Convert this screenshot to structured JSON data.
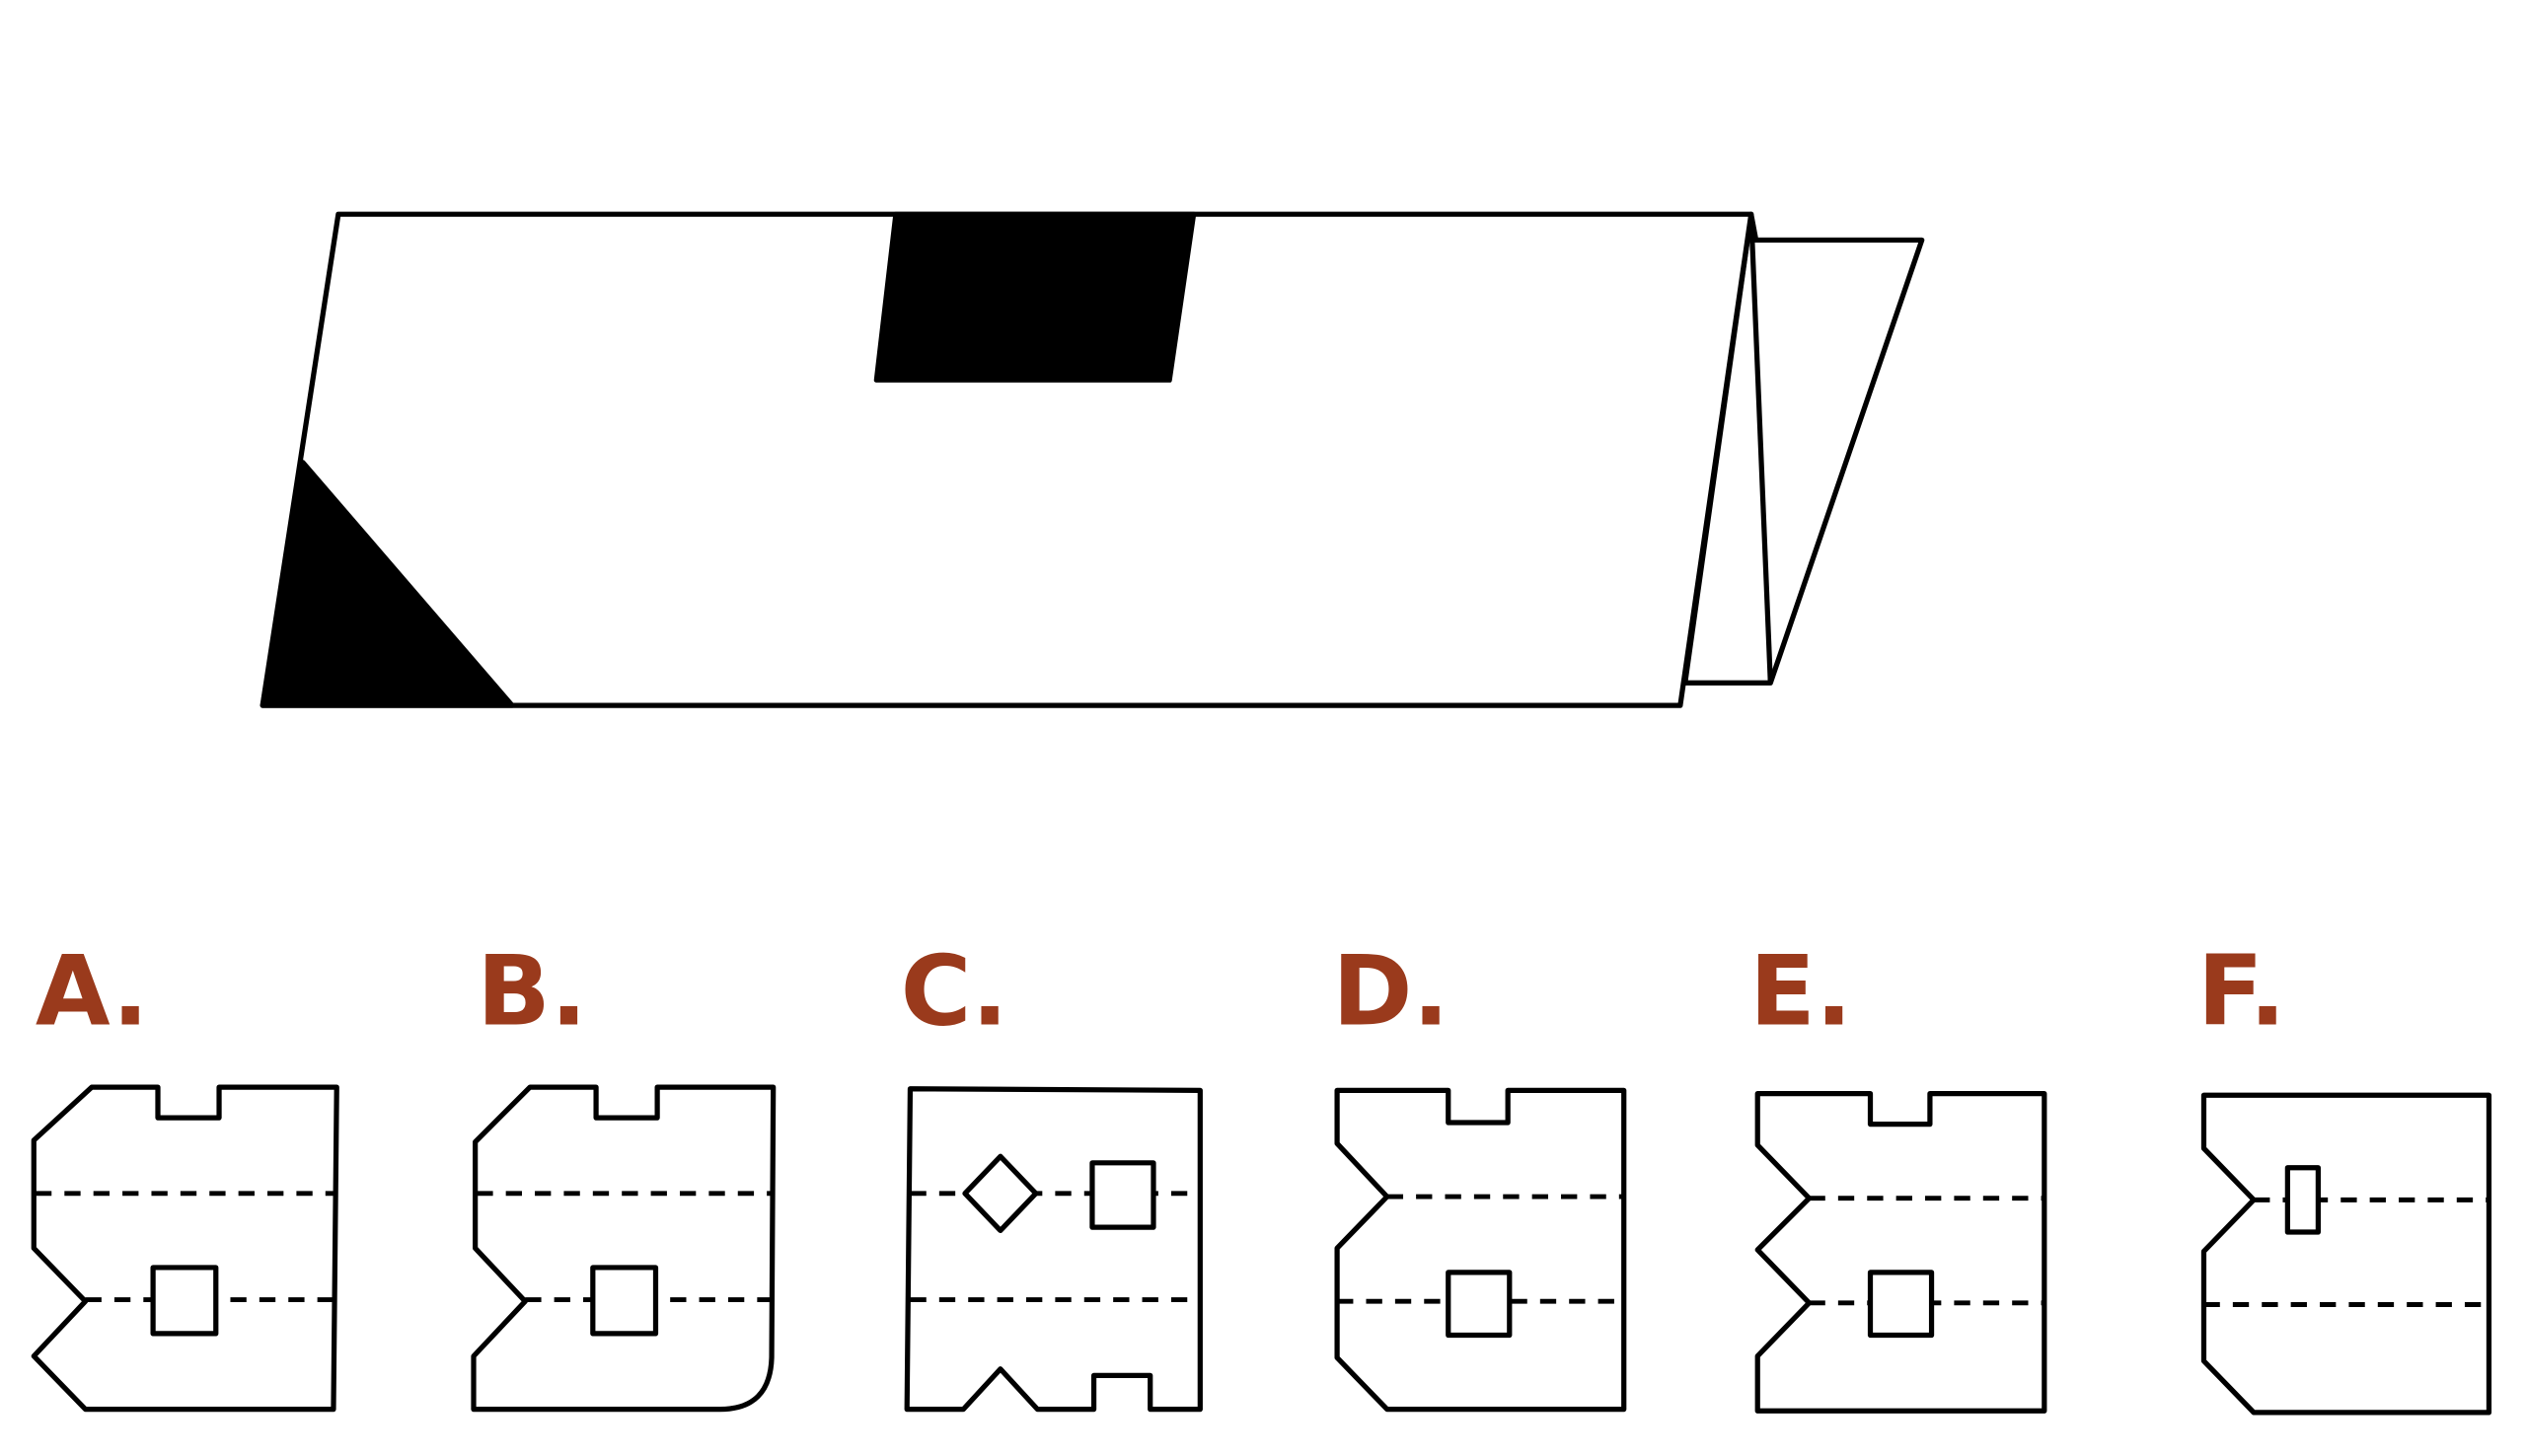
{
  "label_color": "#9a3a1c",
  "options": [
    {
      "letter": "A."
    },
    {
      "letter": "B."
    },
    {
      "letter": "C."
    },
    {
      "letter": "D."
    },
    {
      "letter": "E."
    },
    {
      "letter": "F."
    }
  ]
}
